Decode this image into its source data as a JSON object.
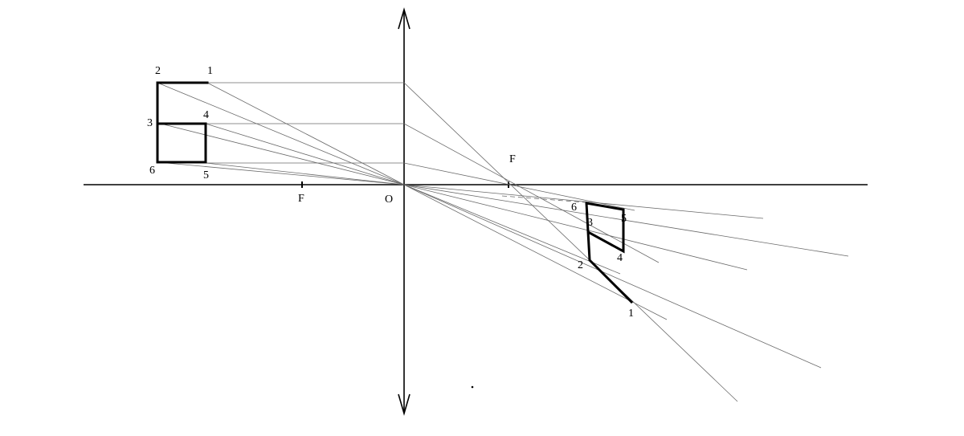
{
  "diagram": {
    "lens_labels": {
      "center": "O",
      "focus_left": "F",
      "focus_right": "F"
    },
    "object_labels": {
      "p1": "1",
      "p2": "2",
      "p3": "3",
      "p4": "4",
      "p5": "5",
      "p6": "6"
    },
    "image_labels": {
      "p1": "1",
      "p2": "2",
      "p3": "3",
      "p4": "4",
      "p5": "5",
      "p6": "6"
    },
    "colors": {
      "ink": "#000000",
      "ray": "#6a6a6a",
      "background": "#ffffff"
    }
  }
}
